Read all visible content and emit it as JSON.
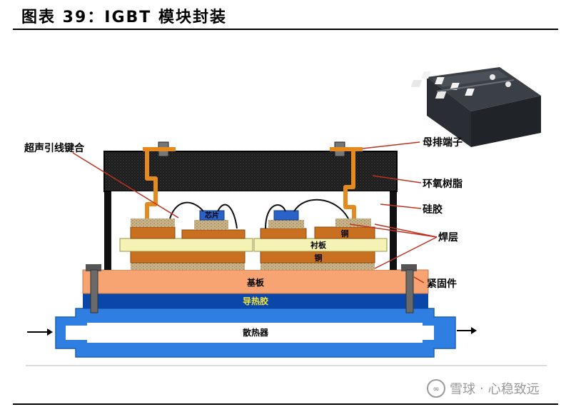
{
  "title": "图表 39：IGBT 模块封装",
  "labels": {
    "ultrasonic_bonding": "超声引线键合",
    "busbar_terminal": "母排端子",
    "epoxy_resin": "环氧树脂",
    "silicone_gel": "硅胶",
    "solder_layer": "焊层",
    "fastener": "紧固件",
    "chip": "芯片",
    "copper_top": "铜",
    "substrate": "衬板",
    "copper_bottom": "铜",
    "baseplate": "基板",
    "thermal_paste": "导热胶",
    "heatsink": "散热器"
  },
  "watermark": {
    "brand": "雪球",
    "author": "心稳致远"
  },
  "colors": {
    "copper": "#c8701f",
    "ceramic": "#f5f2b5",
    "solder": "#c8b48a",
    "baseplate": "#f7a472",
    "thermal": "#0b47a8",
    "heatsink": "#2f7fe3",
    "chip": "#2a62c8",
    "epoxy": "#1a1a1a",
    "terminal": "#e58a1f",
    "leader": "#c03020"
  }
}
